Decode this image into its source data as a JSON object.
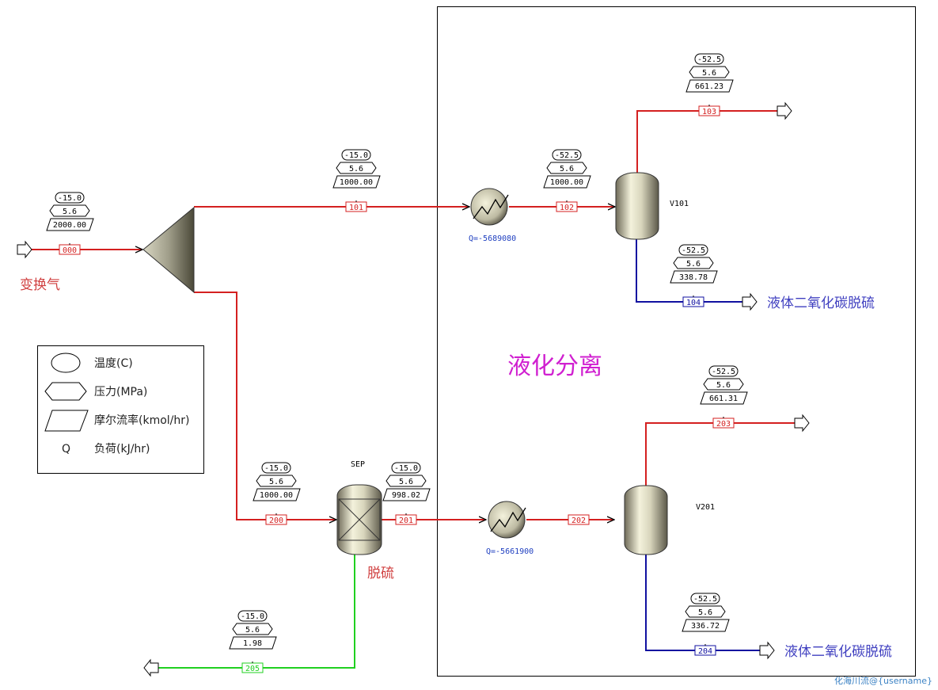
{
  "area_label": "液化分离",
  "feed_label": "变换气",
  "desulf_label": "脱硫",
  "product_label_104": "液体二氧化碳脱硫",
  "product_label_204": "液体二氧化碳脱硫",
  "watermark": "化海川流@{username}",
  "colors": {
    "hot_stream": "#d42020",
    "liquid_stream": "#1010a0",
    "sulfur_stream": "#20d020",
    "area_text": "#d020d0",
    "label_red": "#d04040",
    "label_blue": "#4040c0",
    "duty_text": "#2040c0"
  },
  "blocks": {
    "splitter": {
      "icon": "splitter-triangle"
    },
    "heater1": {
      "icon": "heat-exchanger",
      "duty": "Q=-5689080"
    },
    "heater2": {
      "icon": "heat-exchanger",
      "duty": "Q=-5661900"
    },
    "v101": {
      "name": "V101",
      "icon": "flash-drum"
    },
    "v201": {
      "name": "V201",
      "icon": "flash-drum"
    },
    "sep": {
      "name": "SEP",
      "icon": "separator"
    }
  },
  "streams": {
    "s000": {
      "id": "000",
      "temp": "-15.0",
      "pres": "5.6",
      "flow": "2000.00"
    },
    "s101": {
      "id": "101",
      "temp": "-15.0",
      "pres": "5.6",
      "flow": "1000.00"
    },
    "s102": {
      "id": "102",
      "temp": "-52.5",
      "pres": "5.6",
      "flow": "1000.00"
    },
    "s103": {
      "id": "103",
      "temp": "-52.5",
      "pres": "5.6",
      "flow": "661.23"
    },
    "s104": {
      "id": "104",
      "temp": "-52.5",
      "pres": "5.6",
      "flow": "338.78"
    },
    "s200": {
      "id": "200",
      "temp": "-15.0",
      "pres": "5.6",
      "flow": "1000.00"
    },
    "s201": {
      "id": "201",
      "temp": "-15.0",
      "pres": "5.6",
      "flow": "998.02"
    },
    "s202": {
      "id": "202"
    },
    "s203": {
      "id": "203",
      "temp": "-52.5",
      "pres": "5.6",
      "flow": "661.31"
    },
    "s204": {
      "id": "204",
      "temp": "-52.5",
      "pres": "5.6",
      "flow": "336.72"
    },
    "s205": {
      "id": "205",
      "temp": "-15.0",
      "pres": "5.6",
      "flow": "1.98"
    }
  },
  "legend": {
    "temp": "温度(C)",
    "pres": "压力(MPa)",
    "flow": "摩尔流率(kmol/hr)",
    "duty_symbol": "Q",
    "duty": "负荷(kJ/hr)"
  }
}
